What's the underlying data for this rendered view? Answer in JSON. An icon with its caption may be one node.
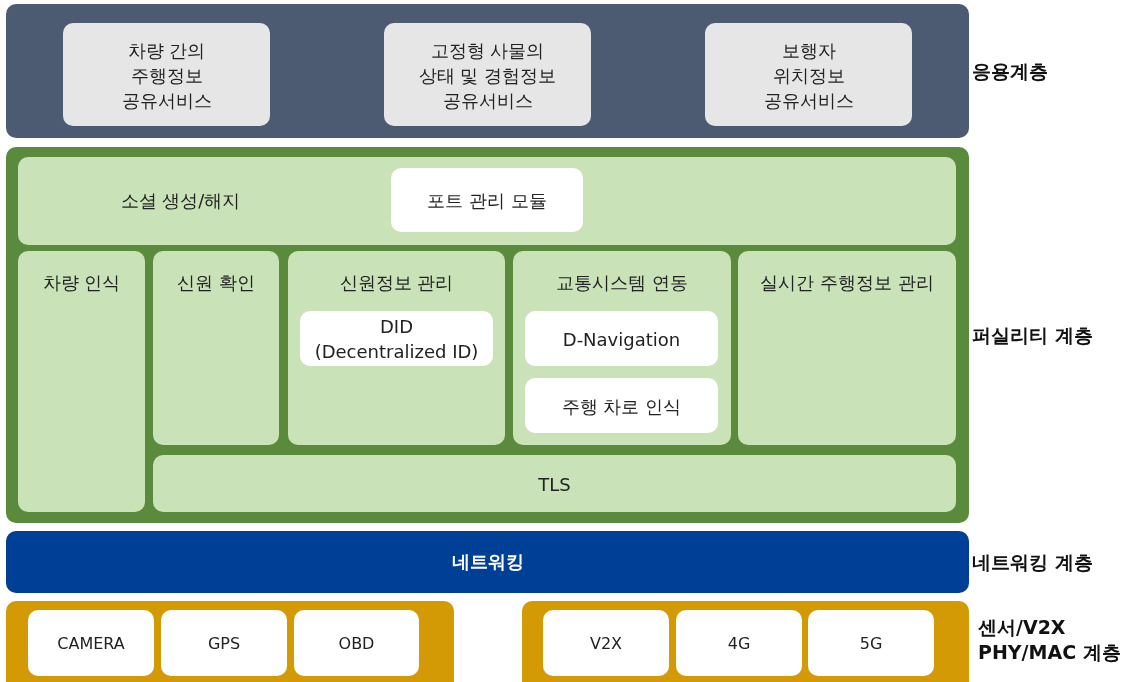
{
  "diagram": {
    "nodes": [
      {
        "text": [
          "응용계층"
        ]
      },
      {
        "text": [
          "차량 간의 주행정보 공유서비스"
        ],
        "in": 0
      },
      {
        "text": [
          "고정형 사물의 상태 및 경험정보 공유서비스"
        ],
        "in": 0
      },
      {
        "text": [
          "보행자 위치정보 공유서비스"
        ],
        "in": 0
      },
      {
        "text": [
          "퍼실리티 계층"
        ]
      },
      {
        "text": [
          "소셜 생성/해지"
        ],
        "in": 4
      },
      {
        "text": [
          "포트 관리 모듈"
        ],
        "in": 5
      },
      {
        "text": [
          "차량 인식"
        ],
        "in": 4
      },
      {
        "text": [
          "신원 확인"
        ],
        "in": 4
      },
      {
        "text": [
          "신원정보 관리"
        ],
        "in": 4
      },
      {
        "text": [
          "DID (Decentralized ID)"
        ],
        "in": 9
      },
      {
        "text": [
          "교통시스템 연동"
        ],
        "in": 4
      },
      {
        "text": [
          "D-Navigation"
        ],
        "in": 11
      },
      {
        "text": [
          "주행 차로 인식"
        ],
        "in": 11
      },
      {
        "text": [
          "실시간 주행정보 관리"
        ],
        "in": 4
      },
      {
        "text": [
          "TLS"
        ],
        "in": 4
      },
      {
        "text": [
          "네트워킹",
          "네트워킹 계층"
        ]
      },
      {
        "text": [],
        "shape": "box"
      },
      {
        "text": [
          "CAMERA"
        ],
        "in": 17
      },
      {
        "text": [
          "GPS"
        ],
        "in": 17
      },
      {
        "text": [
          "OBD"
        ],
        "in": 17
      },
      {
        "text": [],
        "shape": "box"
      },
      {
        "text": [
          "V2X"
        ],
        "in": 21
      },
      {
        "text": [
          "4G"
        ],
        "in": 21
      },
      {
        "text": [
          "5G"
        ],
        "in": 21
      }
    ],
    "edges": [],
    "labels": [
      "센서/V2X PHY/MAC 계층"
    ]
  }
}
